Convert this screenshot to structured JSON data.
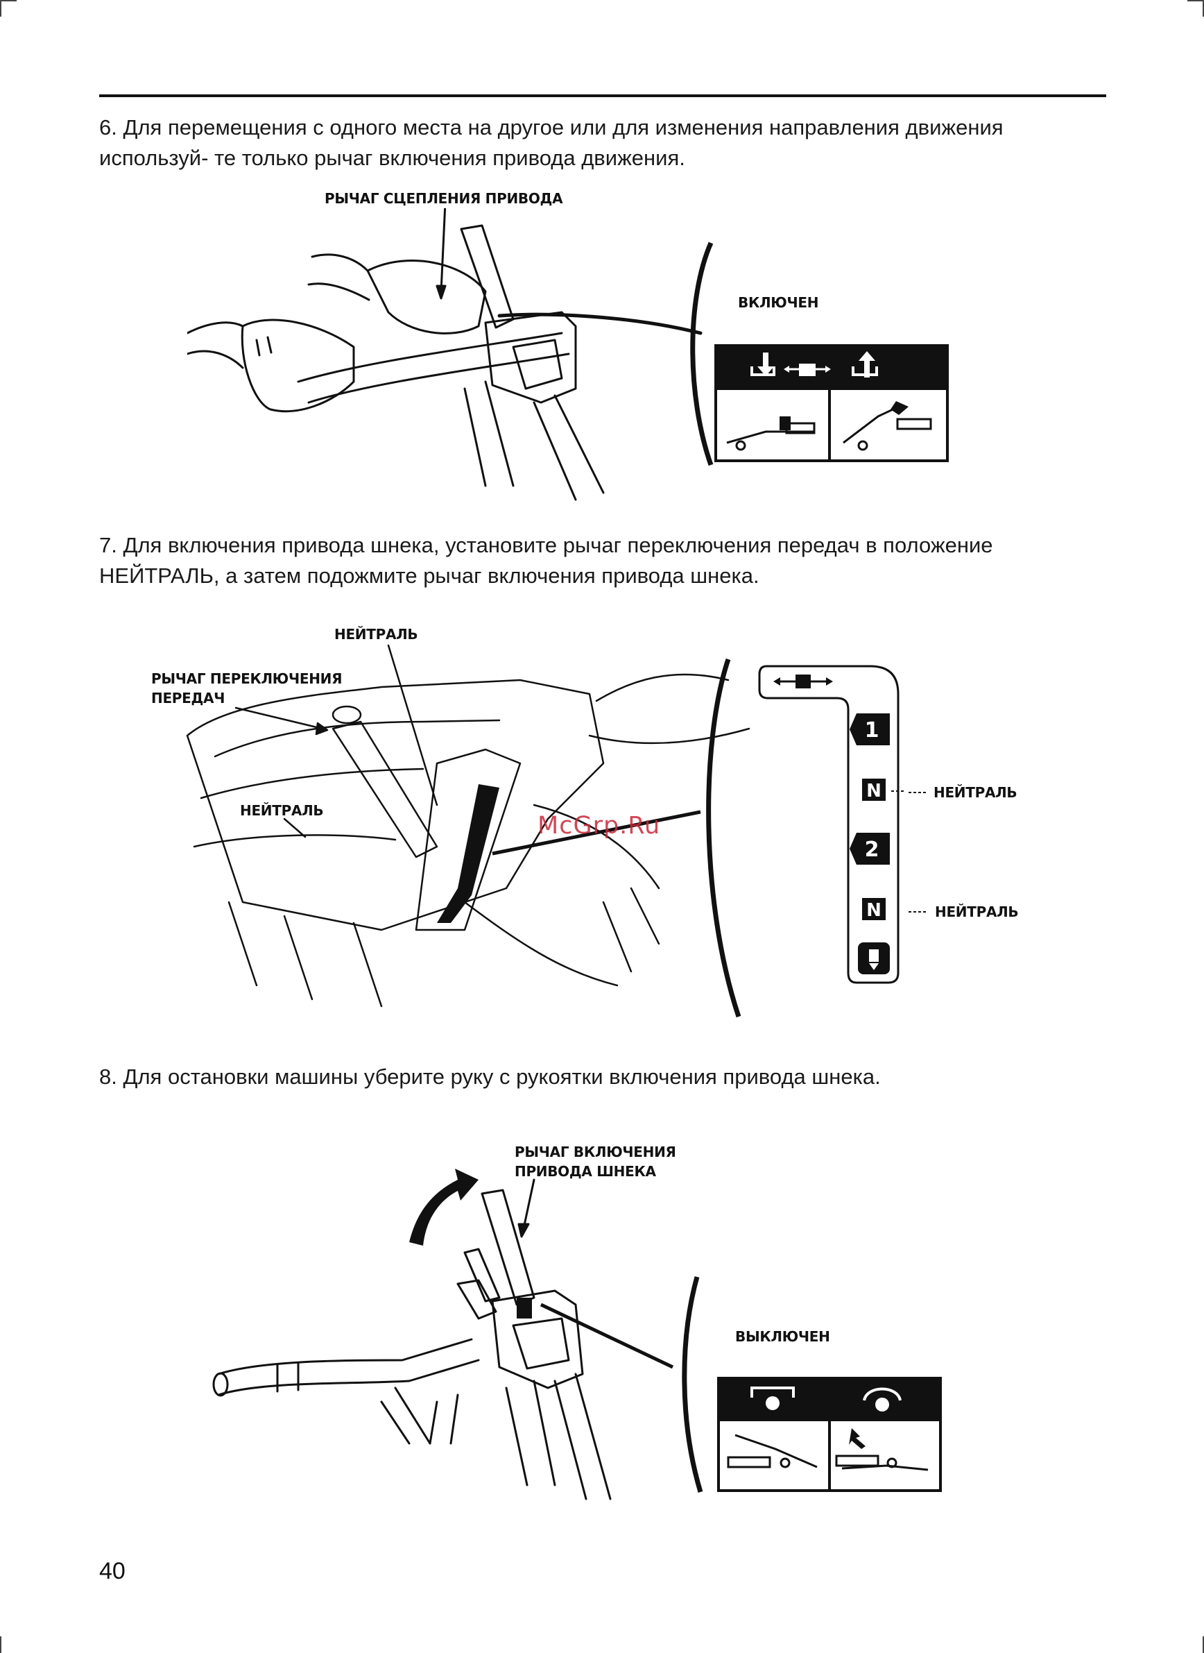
{
  "page": {
    "paragraphs": [
      "6. Для перемещения с одного места на другое или для изменения направления движения используй- те только рычаг включения привода движения.",
      "7. Для включения привода шнека, установите рычаг переключения передач в положение НЕЙТРАЛЬ, а затем подожмите рычаг включения привода шнека.",
      "8. Для остановки машины уберите руку с рукоятки включения привода шнека."
    ],
    "page_number": "40",
    "watermark": "McGrp.Ru"
  },
  "figure1": {
    "label_lever": "РЫЧАГ СЦЕПЛЕНИЯ ПРИВОДА",
    "label_state": "ВКЛЮЧЕН"
  },
  "figure2": {
    "label_neutral_top": "НЕЙТРАЛЬ",
    "label_gear_lever": "РЫЧАГ ПЕРЕКЛЮЧЕНИЯ ПЕРЕДАЧ",
    "label_gear_lever_line1": "РЫЧАГ ПЕРЕКЛЮЧЕНИЯ",
    "label_gear_lever_line2": "ПЕРЕДАЧ",
    "label_neutral_left": "НЕЙТРАЛЬ",
    "label_neutral_1": "НЕЙТРАЛЬ",
    "label_neutral_2": "НЕЙТРАЛЬ",
    "gate": [
      "1",
      "N",
      "2",
      "N"
    ]
  },
  "figure3": {
    "label_auger_lever_line1": "РЫЧАГ ВКЛЮЧЕНИЯ",
    "label_auger_lever_line2": "ПРИВОДА ШНЕКА",
    "label_state": "ВЫКЛЮЧЕН"
  }
}
